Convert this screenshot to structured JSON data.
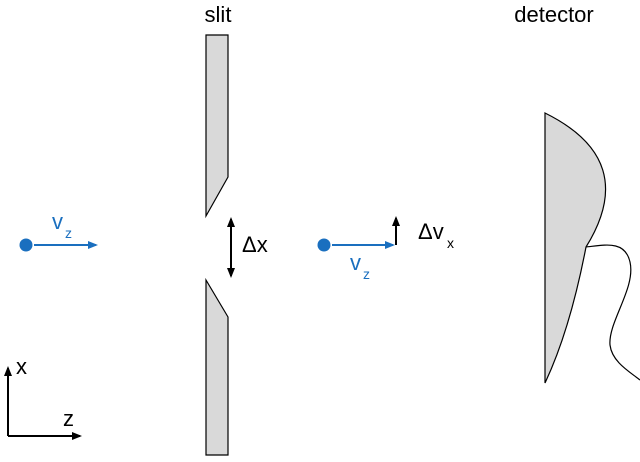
{
  "labels": {
    "slit": "slit",
    "detector": "detector",
    "delta_x": "Δx",
    "delta_v": "Δv",
    "delta_v_sub": "x",
    "v_in": "v",
    "v_in_sub": "z",
    "v_out": "v",
    "v_out_sub": "z",
    "axis_x": "x",
    "axis_z": "z"
  },
  "colors": {
    "particle": "#1a6fbf",
    "ink": "#000000",
    "fill": "#d9d9d9"
  }
}
